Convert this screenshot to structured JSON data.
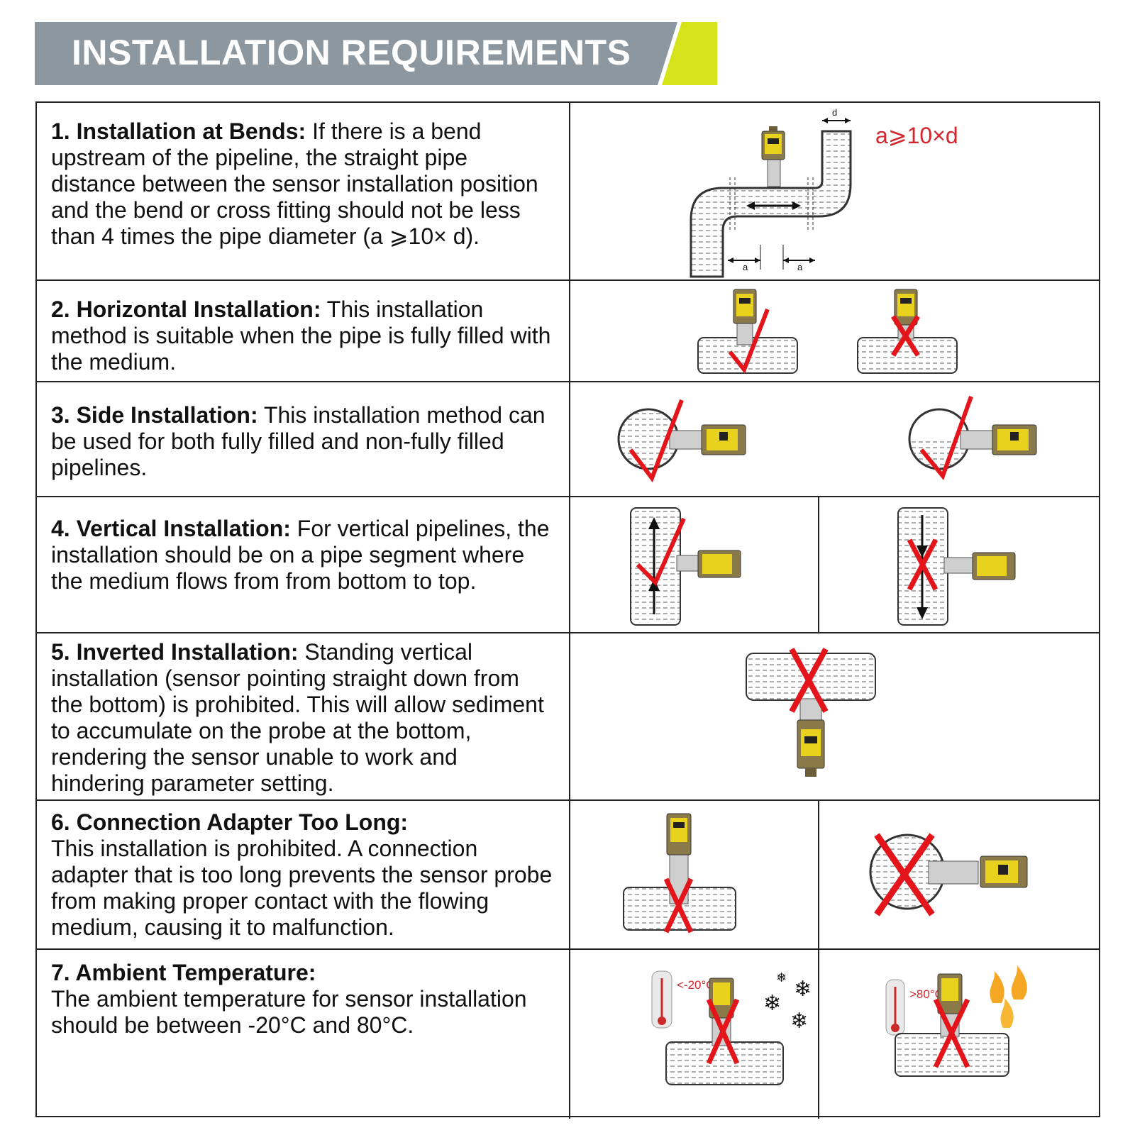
{
  "header": {
    "title": "INSTALLATION REQUIREMENTS",
    "accent_color": "#d6e21a",
    "bar_color": "#8c979f"
  },
  "rows": [
    {
      "heading": "1. Installation at Bends:",
      "body": "If there is a bend upstream of the pipeline, the straight pipe distance between the sensor installation position and the bend or cross fitting should not be less than 4 times the pipe diameter (a ⩾10× d).",
      "formula": "a⩾10×d",
      "label_d": "d",
      "label_a": "a"
    },
    {
      "heading": "2. Horizontal Installation:",
      "body": "This installation method is suitable when the pipe is fully filled with the medium."
    },
    {
      "heading": "3. Side Installation:",
      "body": "This installation method can be used for both fully filled and non-fully filled pipelines."
    },
    {
      "heading": "4. Vertical Installation:",
      "body": "For vertical pipelines, the installation should be on a pipe segment where the medium flows from from bottom to top."
    },
    {
      "heading": "5. Inverted Installation:",
      "body": "Standing vertical installation (sensor pointing straight down from the bottom) is prohibited. This will allow sediment to accumulate on the probe at the bottom, rendering the sensor unable to work and hindering parameter setting."
    },
    {
      "heading": "6. Connection Adapter Too Long:",
      "body": "This installation is prohibited. A connection adapter that is too long prevents the sensor probe from making proper contact with the flowing medium, causing it to malfunction."
    },
    {
      "heading": "7. Ambient Temperature:",
      "body": "The ambient temperature for sensor installation should be between -20°C and 80°C.",
      "low_temp": "<-20°C",
      "high_temp": ">80°C"
    }
  ]
}
